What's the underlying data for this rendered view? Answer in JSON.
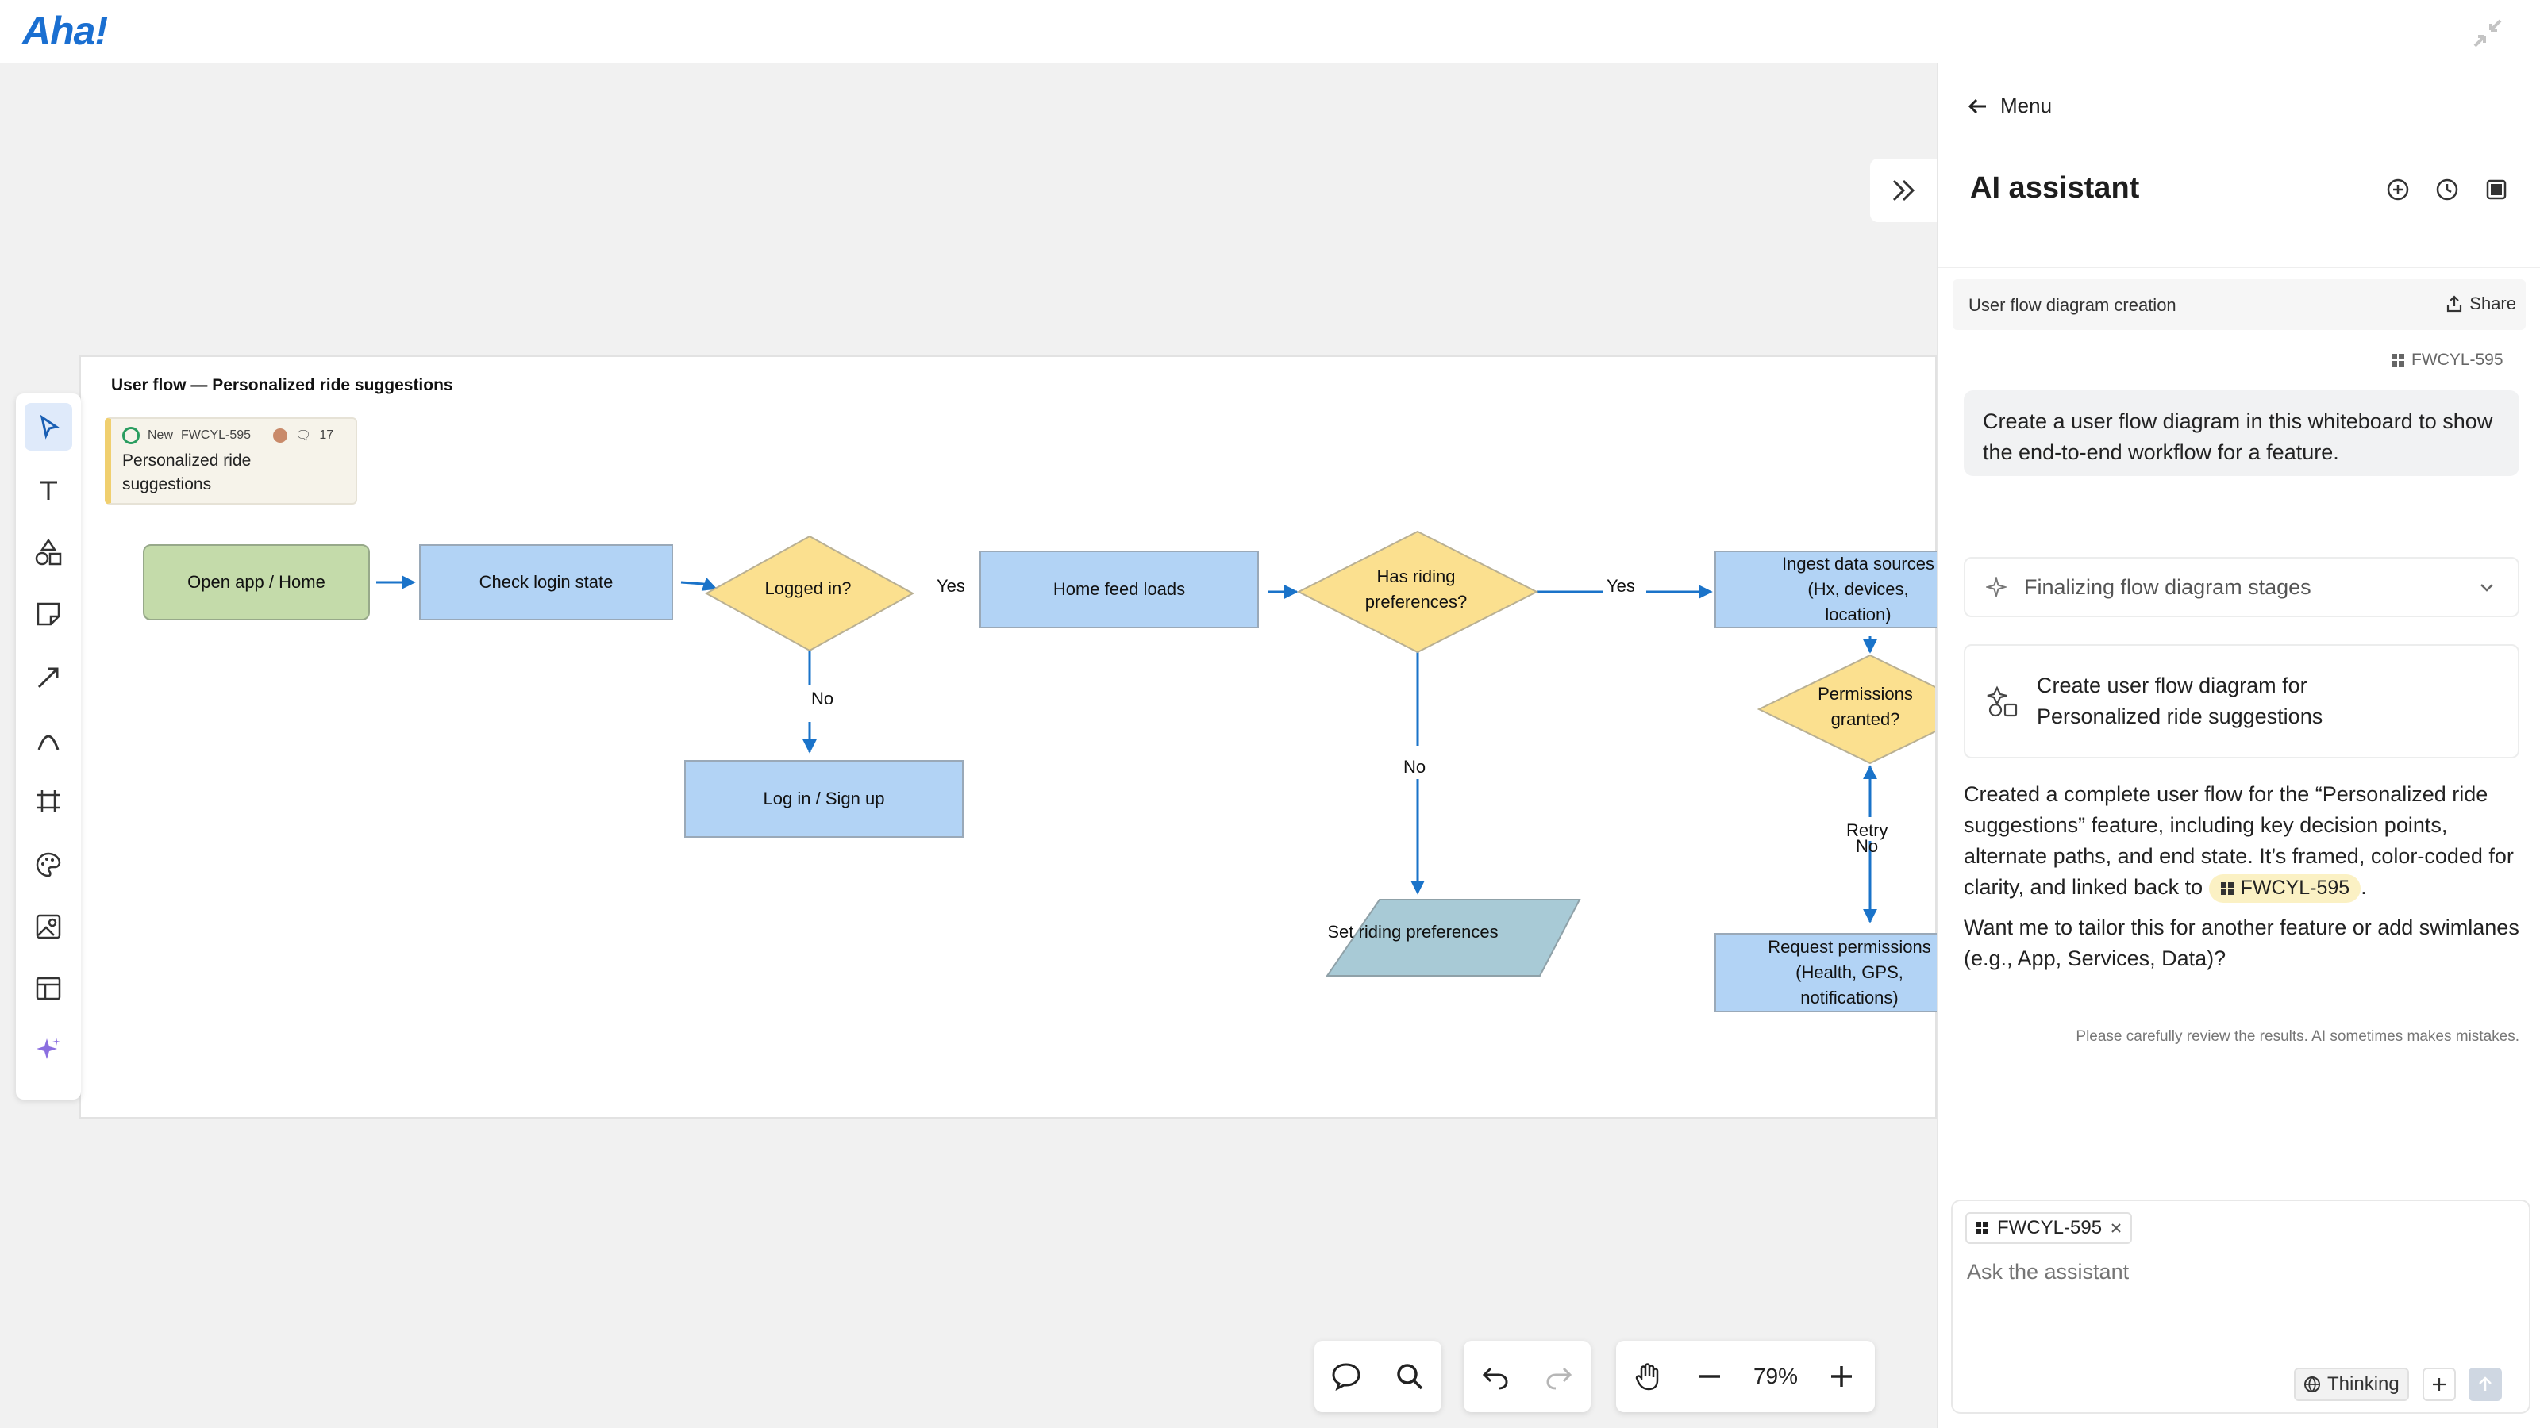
{
  "app": {
    "logo": "Aha!"
  },
  "canvas": {
    "frame_title": "User flow — Personalized ride suggestions",
    "card": {
      "status": "New",
      "ref": "FWCYL-595",
      "comments": "17",
      "title": "Personalized ride suggestions"
    },
    "nodes": {
      "open_app": "Open app / Home",
      "check_login": "Check login state",
      "logged_in": "Logged in?",
      "login_signup": "Log in / Sign up",
      "home_feed": "Home feed loads",
      "has_prefs": "Has riding preferences?",
      "set_prefs": "Set riding preferences",
      "ingest": "Ingest data sources (Hx, devices, location)",
      "permissions": "Permissions granted?",
      "request_perm": "Request permissions (Health, GPS, notifications)"
    },
    "edge_labels": {
      "yes1": "Yes",
      "no1": "No",
      "yes2": "Yes",
      "no2": "No",
      "retry": "Retry",
      "no3": "No"
    },
    "zoom": "79%"
  },
  "panel": {
    "menu_label": "Menu",
    "title": "AI assistant",
    "chat_name": "User flow diagram creation",
    "share_label": "Share",
    "context_tag": "FWCYL-595",
    "user_message": "Create a user flow diagram in this whiteboard to show the end-to-end workflow for a feature.",
    "status_text": "Finalizing flow diagram stages",
    "action_text": "Create user flow diagram for Personalized ride suggestions",
    "answer_1_pre": "Created a complete user flow for the “Personalized ride suggestions” feature, including key decision points, alternate paths, and end state. It’s framed, color-coded for clarity, and linked back to",
    "answer_pill": "FWCYL-595",
    "answer_1_post": ".",
    "answer_2": "Want me to tailor this for another feature or add swimlanes (e.g., App, Services, Data)?",
    "disclaimer": "Please carefully review the results. AI sometimes makes mistakes.",
    "input_tag": "FWCYL-595",
    "input_placeholder": "Ask the assistant",
    "thinking_label": "Thinking"
  },
  "colors": {
    "accent": "#1a6fd1",
    "node_blue": "#b2d3f5",
    "node_green": "#c4dbaa",
    "node_yellow": "#fbe08f",
    "node_teal": "#a8cad6",
    "edge": "#1a73c9"
  }
}
